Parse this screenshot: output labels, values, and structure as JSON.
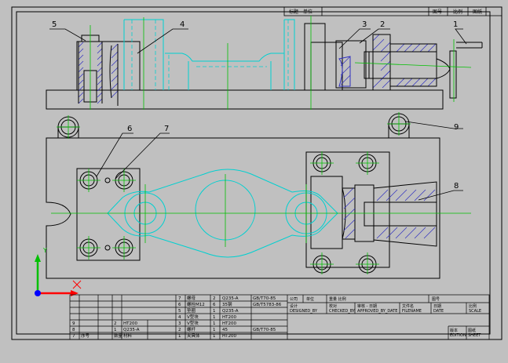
{
  "colors": {
    "background": "#c0c0c0",
    "outline": "#000000",
    "cyan": "#00d0d0",
    "center": "#00c000",
    "hatch": "#3030c0",
    "axis_x": "#ff0000",
    "axis_y": "#00c000",
    "axis_z": "#0000ff"
  },
  "balloons": [
    "1",
    "2",
    "3",
    "4",
    "5",
    "6",
    "7",
    "8",
    "9"
  ],
  "axes": {
    "x": "X",
    "y": "Y"
  },
  "bom_rows": [
    {
      "no": "7",
      "name": "螺母",
      "qty": "2",
      "mat": "Q235-A",
      "std": "GB/T70-85"
    },
    {
      "no": "6",
      "name": "螺栓M12",
      "qty": "6",
      "mat": "35钢",
      "std": "GB/T5783-86"
    },
    {
      "no": "5",
      "name": "垫圈",
      "qty": "1",
      "mat": "Q235-A",
      "std": ""
    },
    {
      "no": "4",
      "name": "V型块",
      "qty": "1",
      "mat": "HT200",
      "std": ""
    },
    {
      "no": "3",
      "name": "V型块",
      "qty": "1",
      "mat": "HT200",
      "std": ""
    },
    {
      "no": "2",
      "name": "螺杆",
      "qty": "1",
      "mat": "45",
      "std": "GB/T70-85"
    },
    {
      "no": "1",
      "name": "夹具体",
      "qty": "1",
      "mat": "HT200",
      "std": ""
    }
  ],
  "bom_left": [
    {
      "no": "9",
      "name": "",
      "qty": "2",
      "mat": "HT200"
    },
    {
      "no": "8",
      "name": "",
      "qty": "1",
      "mat": "Q235-A"
    },
    {
      "no": "7",
      "name": "序号",
      "qty": "数量",
      "mat": "材料"
    }
  ],
  "title_block": {
    "company": "公司",
    "designed_label": "设计",
    "designed": "DESIGNED_BY",
    "checked_label": "校对",
    "checked": "CHECKED_BY",
    "approved_label": "审核 - 日期",
    "approved": "APPROVED_BY_DATE",
    "filename_label": "文件名",
    "filename": "FILENAME",
    "date_label": "日期",
    "date": "DATE",
    "scale_label": "比例",
    "scale": "SCALE",
    "edition_label": "版本",
    "edition": "EDITION",
    "sheet_label": "图纸",
    "sheet": "SHEET",
    "top_label": "标题",
    "r1": "单位",
    "r2": "图号",
    "r3": "重量 比例"
  }
}
